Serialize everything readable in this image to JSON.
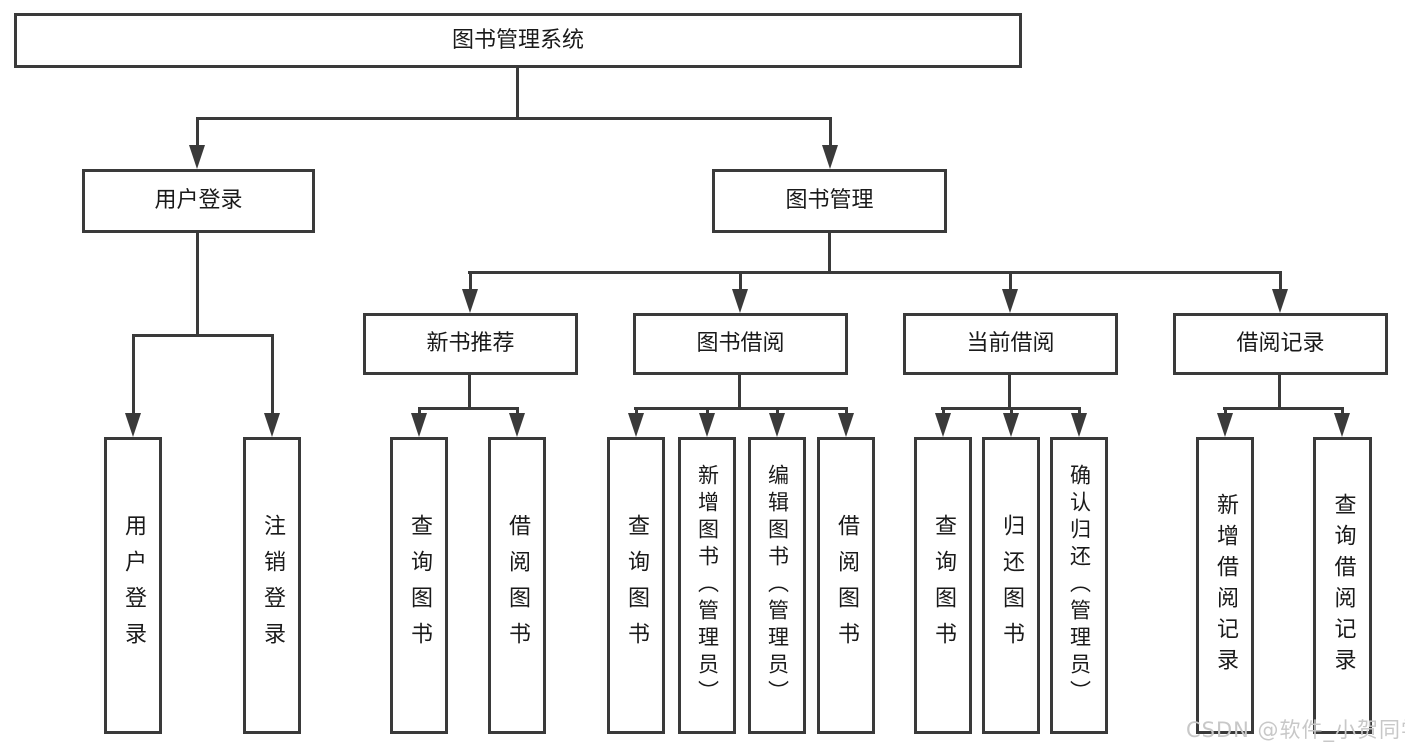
{
  "diagram_type": "functional-structure-tree",
  "colors": {
    "line": "#3a3a3a",
    "box_border": "#3a3a3a",
    "box_fill": "#ffffff",
    "text": "#1a1a1a",
    "watermark": "#c8c8c8",
    "background": "#ffffff"
  },
  "tree": {
    "label": "图书管理系统",
    "children": [
      {
        "label": "用户登录",
        "children": [
          {
            "label": "用户登录"
          },
          {
            "label": "注销登录"
          }
        ]
      },
      {
        "label": "图书管理",
        "children": [
          {
            "label": "新书推荐",
            "children": [
              {
                "label": "查询图书"
              },
              {
                "label": "借阅图书"
              }
            ]
          },
          {
            "label": "图书借阅",
            "children": [
              {
                "label": "查询图书"
              },
              {
                "label": "新增图书（管理员）"
              },
              {
                "label": "编辑图书（管理员）"
              },
              {
                "label": "借阅图书"
              }
            ]
          },
          {
            "label": "当前借阅",
            "children": [
              {
                "label": "查询图书"
              },
              {
                "label": "归还图书"
              },
              {
                "label": "确认归还（管理员）"
              }
            ]
          },
          {
            "label": "借阅记录",
            "children": [
              {
                "label": "新增借阅记录"
              },
              {
                "label": "查询借阅记录"
              }
            ]
          }
        ]
      }
    ]
  },
  "watermark": {
    "text": "CSDN @软件_小贺同学"
  }
}
